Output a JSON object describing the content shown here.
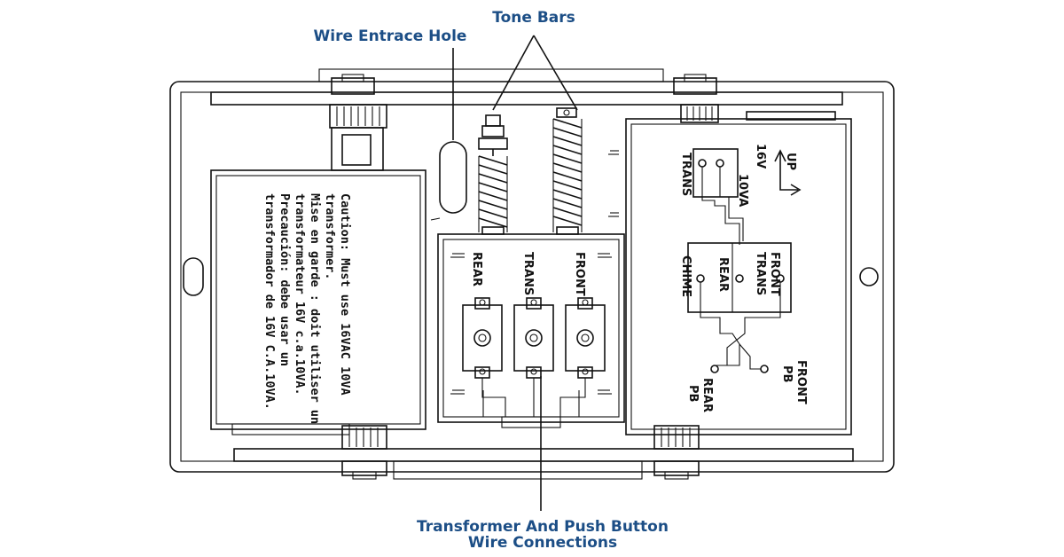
{
  "callouts": {
    "tone_bars": "Tone Bars",
    "wire_hole": "Wire Entrace Hole",
    "connections_line1": "Transformer And Push Button",
    "connections_line2": "Wire Connections"
  },
  "caution_label": {
    "line1": "Caution: Must use 16VAC 10VA",
    "line2": "transformer.",
    "line3": "Mise en garde : doit utiliser un",
    "line4": "transformateur 16V c.a.10VA.",
    "line5": "Precaución: debe usar un",
    "line6": "transformador de 16V C.A.10VA."
  },
  "terminals": {
    "rear": "REAR",
    "trans": "TRANS",
    "front": "FRONT"
  },
  "wiring_label": {
    "up": "UP",
    "v16": "16V",
    "va10": "10VA",
    "trans": "TRANS",
    "front_trans_1": "FRONT",
    "front_trans_2": "TRANS",
    "rear": "REAR",
    "chime": "CHIME",
    "front_pb_1": "FRONT",
    "front_pb_2": "PB",
    "rear_pb_1": "REAR",
    "rear_pb_2": "PB"
  },
  "colors": {
    "callout": "#1c4e86",
    "line": "#111111"
  }
}
